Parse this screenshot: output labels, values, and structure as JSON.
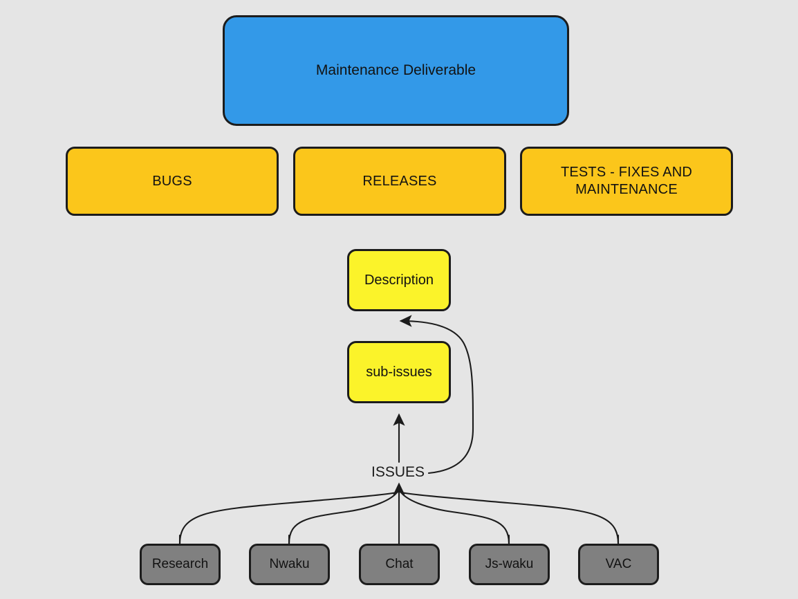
{
  "diagram": {
    "title": "Maintenance Deliverable issue flow",
    "background_color": "#e5e5e5",
    "colors": {
      "deliverable": "#3399e8",
      "category": "#fbc61b",
      "detail": "#fbf32a",
      "source": "#808080",
      "stroke": "#1c1c1c",
      "text": "#121212"
    }
  },
  "nodes": {
    "deliverable": {
      "label": "Maintenance Deliverable"
    },
    "categories": [
      {
        "label": "BUGS"
      },
      {
        "label": "RELEASES"
      },
      {
        "label": "TESTS - FIXES AND\nMAINTENANCE"
      }
    ],
    "details": [
      {
        "label": "Description"
      },
      {
        "label": "sub-issues"
      }
    ],
    "sources": [
      {
        "label": "Research"
      },
      {
        "label": "Nwaku"
      },
      {
        "label": "Chat"
      },
      {
        "label": "Js-waku"
      },
      {
        "label": "VAC"
      }
    ]
  },
  "edges": {
    "issues_label": "ISSUES"
  }
}
